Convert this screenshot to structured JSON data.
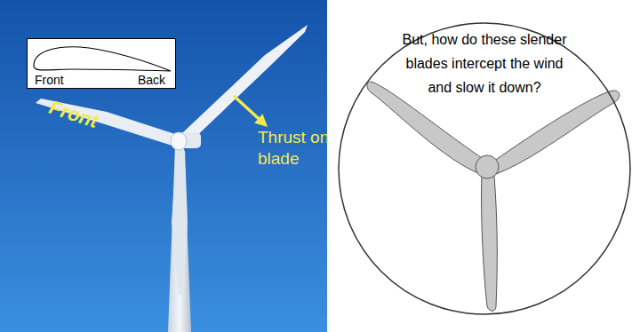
{
  "diagram": {
    "nodes": [
      {
        "text": [
          "Front",
          "Back"
        ]
      },
      {
        "text": [
          "But, how do these slender blades intercept the wind and slow it down?"
        ]
      }
    ],
    "labels": [
      "Front",
      "Thrust on blade"
    ]
  }
}
